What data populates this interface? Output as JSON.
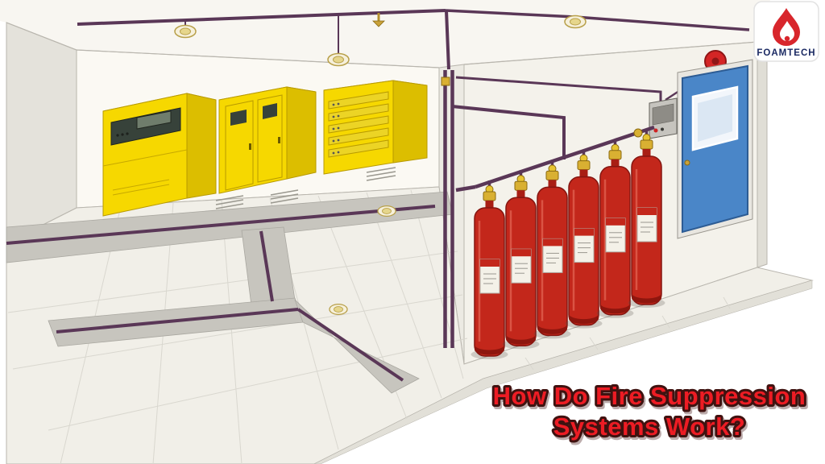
{
  "page": {
    "background_color": "#ffffff"
  },
  "logo": {
    "brand_name": "FOAMTECH",
    "flame_color": "#d8262c",
    "text_color": "#1b2a63"
  },
  "caption": {
    "line1": "How Do Fire Suppression",
    "line2": "Systems Work?",
    "fill_color": "#ed1c24",
    "outline_color": "#3f1210"
  },
  "scene": {
    "description": "Isometric cutaway illustration of a protected equipment room with a gaseous fire suppression system",
    "cylinder_count": 6,
    "cabinet_count": 3,
    "ceiling_detector_count": 3,
    "sprinkler_head_count": 1,
    "floor_nozzle_count": 2,
    "colors": {
      "cylinder_red": "#c3271b",
      "cabinet_yellow": "#f6d800",
      "door_blue": "#4a86c8",
      "pipe_purple": "#5a3757",
      "wall": "#f4f2eb",
      "floor": "#f1efe8",
      "trench_gray": "#c7c5be"
    }
  }
}
